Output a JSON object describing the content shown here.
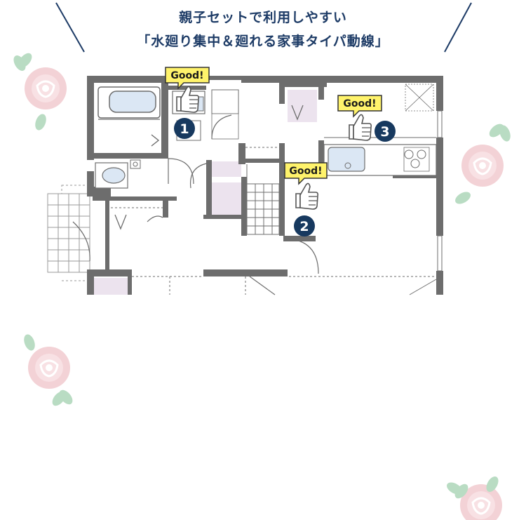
{
  "header": {
    "line1": "親子セットで利用しやすい",
    "line2": "「水廻り集中＆廻れる家事タイパ動線」"
  },
  "callouts": [
    {
      "badge": "Good!",
      "number": "1"
    },
    {
      "badge": "Good!",
      "number": "2"
    },
    {
      "badge": "Good!",
      "number": "3"
    }
  ],
  "colors": {
    "wall": "#6d6d6d",
    "title": "#1d3b66",
    "badge_fill": "#fff36b",
    "marker": "#17395f",
    "lavender": "#ece3ee",
    "rose": "#f3d2d6",
    "leaf": "#b9dcc3"
  }
}
